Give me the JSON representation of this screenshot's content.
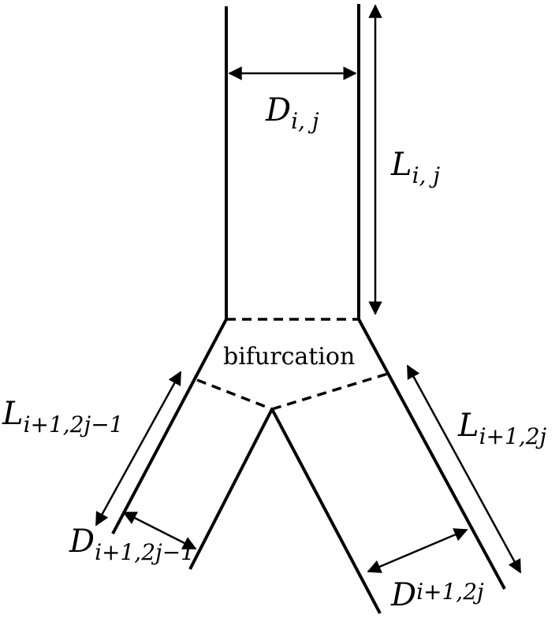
{
  "labels": {
    "parent_diameter": {
      "main": "D",
      "sub": "i, j"
    },
    "parent_length": {
      "main": "L",
      "sub": "i, j"
    },
    "bifurcation": "bifurcation",
    "left_length": {
      "main": "L",
      "sub": "i+1,2j−1"
    },
    "right_length": {
      "main": "L",
      "sub": "i+1,2j"
    },
    "left_diameter": {
      "main": "D",
      "sub": "i+1,2j−1"
    },
    "right_diameter": {
      "main": "D",
      "sub": "i+1,2j"
    }
  }
}
